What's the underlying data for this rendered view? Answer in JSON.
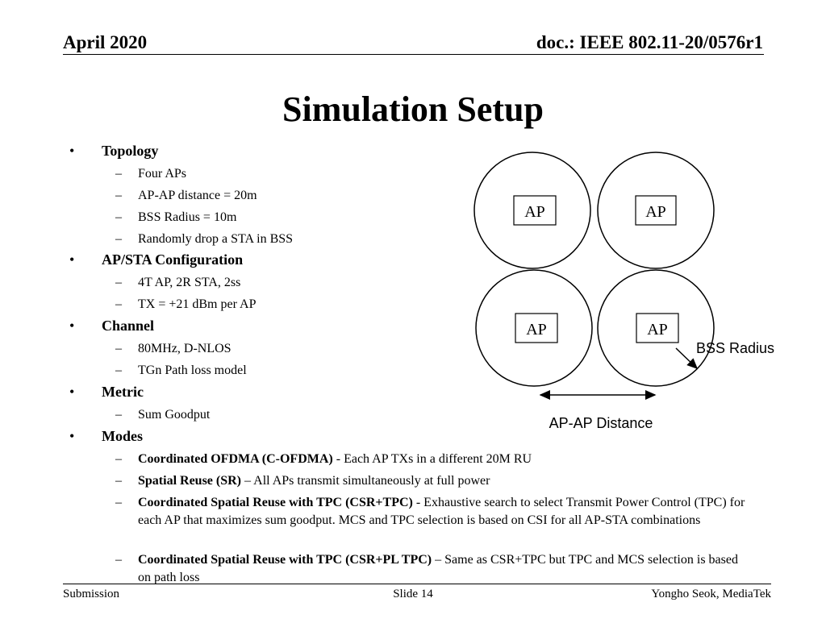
{
  "header": {
    "date": "April 2020",
    "doc_id": "doc.: IEEE 802.11-20/0576r1"
  },
  "title": "Simulation Setup",
  "sections": [
    {
      "heading": "Topology",
      "items": [
        {
          "text": "Four APs"
        },
        {
          "text": "AP-AP distance = 20m"
        },
        {
          "text": "BSS Radius = 10m"
        },
        {
          "text": "Randomly drop a STA in BSS"
        }
      ]
    },
    {
      "heading": "AP/STA Configuration",
      "items": [
        {
          "text": "4T AP, 2R STA, 2ss"
        },
        {
          "text": "TX = +21 dBm per AP"
        }
      ]
    },
    {
      "heading": "Channel",
      "items": [
        {
          "text": "80MHz, D-NLOS"
        },
        {
          "text": "TGn Path loss model"
        }
      ]
    },
    {
      "heading": "Metric",
      "items": [
        {
          "text": "Sum Goodput"
        }
      ]
    },
    {
      "heading": "Modes",
      "items": [
        {
          "bold": "Coordinated OFDMA (C-OFDMA)",
          "text": " -  Each AP TXs in a different 20M RU"
        },
        {
          "bold": "Spatial Reuse (SR)",
          "text": " – All APs transmit simultaneously at full power"
        },
        {
          "bold": "Coordinated Spatial Reuse with TPC (CSR+TPC)",
          "text": "  - Exhaustive search to select Transmit Power Control (TPC) for each AP that maximizes sum goodput. MCS and TPC selection is based on CSI for all AP-STA combinations"
        },
        {
          "bold": "Coordinated Spatial Reuse with TPC (CSR+PL TPC)",
          "text": " – Same as CSR+TPC but TPC and MCS selection is based on path loss"
        }
      ]
    }
  ],
  "diagram": {
    "ap_label": "AP",
    "bss_radius_label": "BSS Radius",
    "distance_label": "AP-AP Distance"
  },
  "footer": {
    "left": "Submission",
    "center": "Slide 14",
    "right": "Yongho Seok, MediaTek"
  }
}
